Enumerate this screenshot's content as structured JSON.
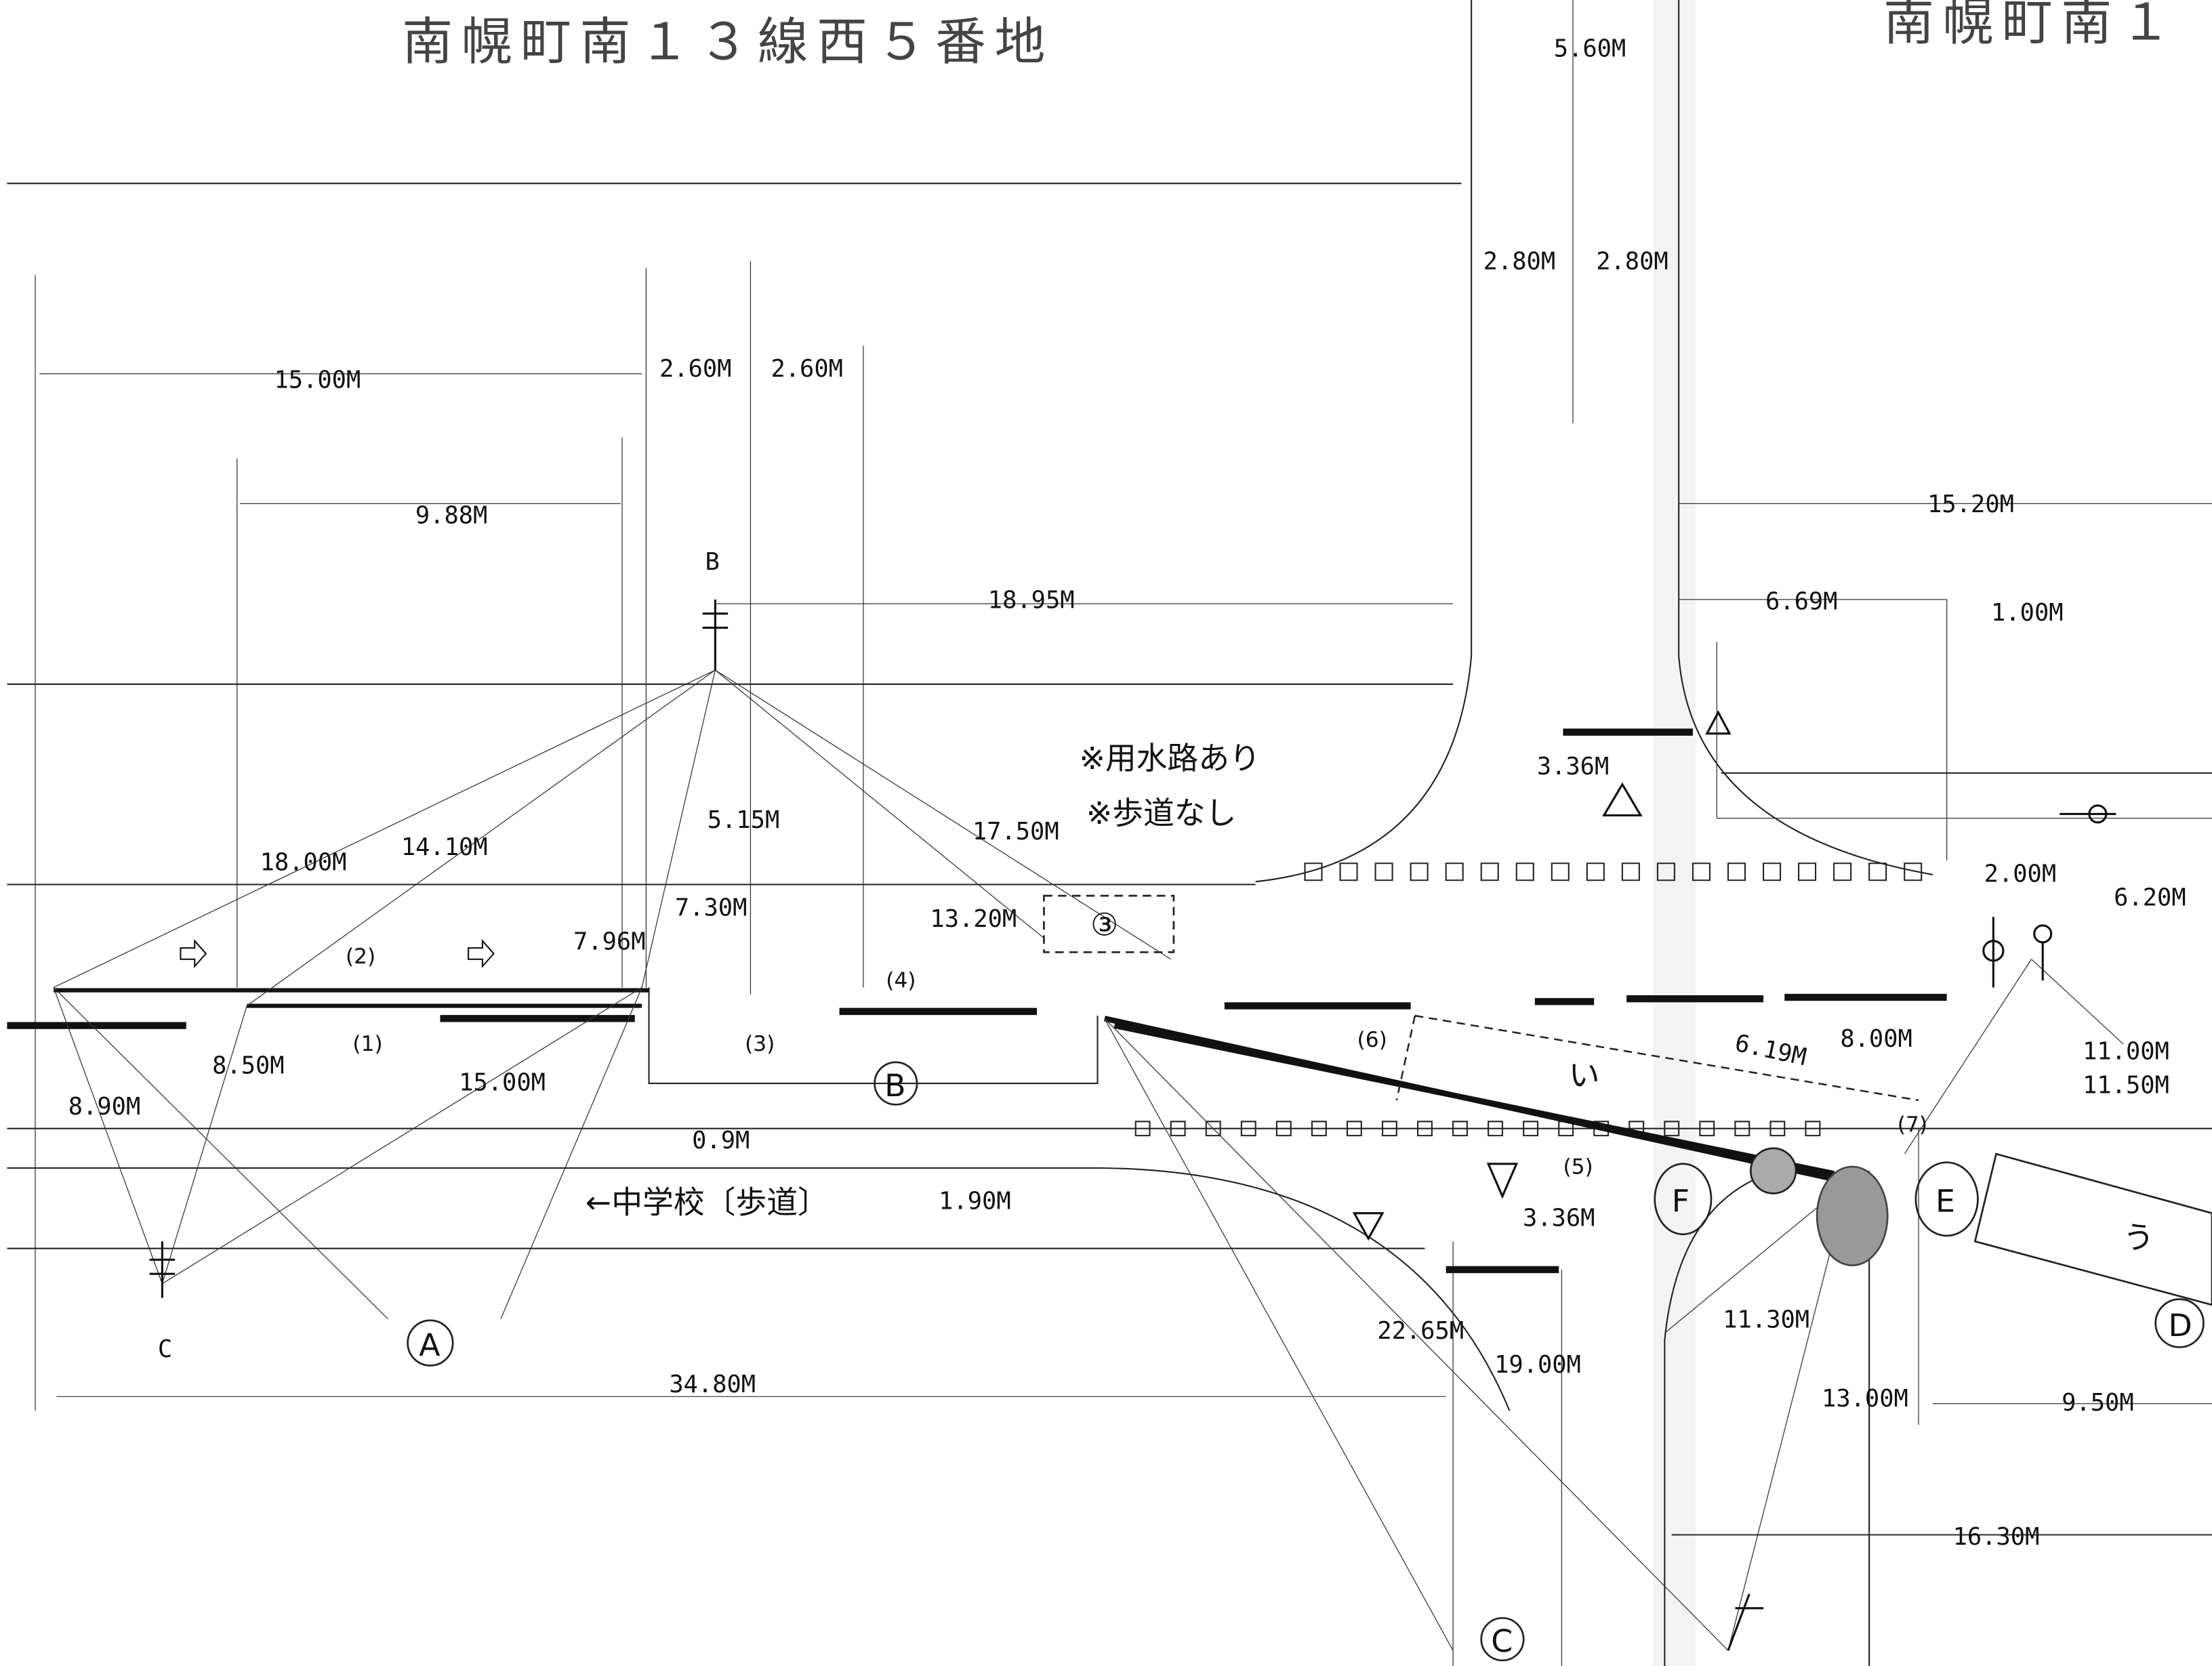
{
  "header": {
    "address_left": "南幌町南１３線西５番地",
    "address_right": "南幌町南１"
  },
  "notes": {
    "irrigation": "※用水路あり",
    "no_sidewalk": "※歩道なし",
    "school_sidewalk": "←中学校〔歩道〕"
  },
  "markers": {
    "A": "A",
    "B": "B",
    "C": "C",
    "D": "D",
    "E": "E",
    "F": "F",
    "pole_b": "B",
    "pole_c": "C",
    "i": "い",
    "u": "う",
    "box3": "③",
    "p1": "(1)",
    "p2": "(2)",
    "p3": "(3)",
    "p4": "(4)",
    "p5": "(5)",
    "p6": "(6)",
    "p7": "(7)"
  },
  "measurements": [
    "5.60M",
    "2.80M",
    "2.80M",
    "15.00M",
    "2.60M",
    "2.60M",
    "9.88M",
    "15.20M",
    "18.95M",
    "6.69M",
    "1.00M",
    "3.36M",
    "5.15M",
    "17.50M",
    "18.00M",
    "14.10M",
    "2.00M",
    "7.30M",
    "13.20M",
    "6.20M",
    "7.96M",
    "8.50M",
    "8.90M",
    "15.00M",
    "0.9M",
    "1.90M",
    "6.19M",
    "8.00M",
    "11.00M",
    "11.50M",
    "3.36M",
    "22.65M",
    "19.00M",
    "11.30M",
    "34.80M",
    "13.00M",
    "9.50M",
    "16.30M"
  ]
}
